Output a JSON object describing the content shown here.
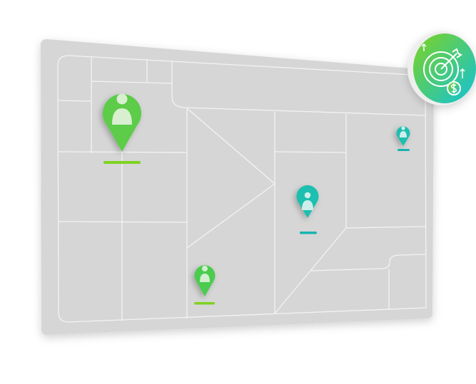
{
  "map": {
    "background_color": "#d6d6d6",
    "road_color": "#f2f2f2"
  },
  "pins": [
    {
      "name": "user-location-pin-large",
      "icon": "user-icon",
      "color": "#5ccc48",
      "bar_color": "#7fd321"
    },
    {
      "name": "user-location-pin-teal",
      "icon": "user-icon",
      "color": "#1cbfb0",
      "bar_color": "#18b4b0"
    },
    {
      "name": "user-location-pin-small-green",
      "icon": "user-icon",
      "color": "#4ccc4f",
      "bar_color": "#7fd321"
    },
    {
      "name": "user-location-pin-small-teal",
      "icon": "user-icon",
      "color": "#1cbfb0",
      "bar_color": "#18b4b0"
    }
  ],
  "badge": {
    "icon": "target-dollar-icon",
    "gradient_start": "#7ed321",
    "gradient_end": "#12c2d8"
  }
}
